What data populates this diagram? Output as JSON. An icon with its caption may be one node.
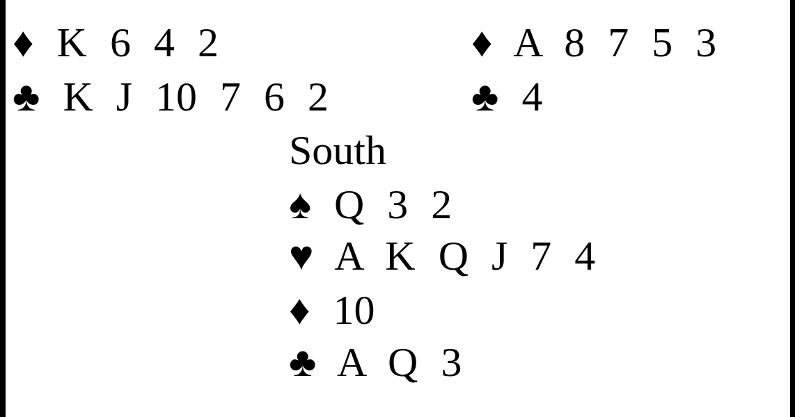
{
  "diagram": {
    "labels": [
      "♦ K 6 4 2",
      "♦ A 8 7 5 3",
      "♣ K J 10 7 6 2",
      "♣ 4",
      "South",
      "♠ Q 3 2",
      "♥ A K Q J 7 4",
      "♦ 10",
      "♣ A Q 3"
    ]
  }
}
